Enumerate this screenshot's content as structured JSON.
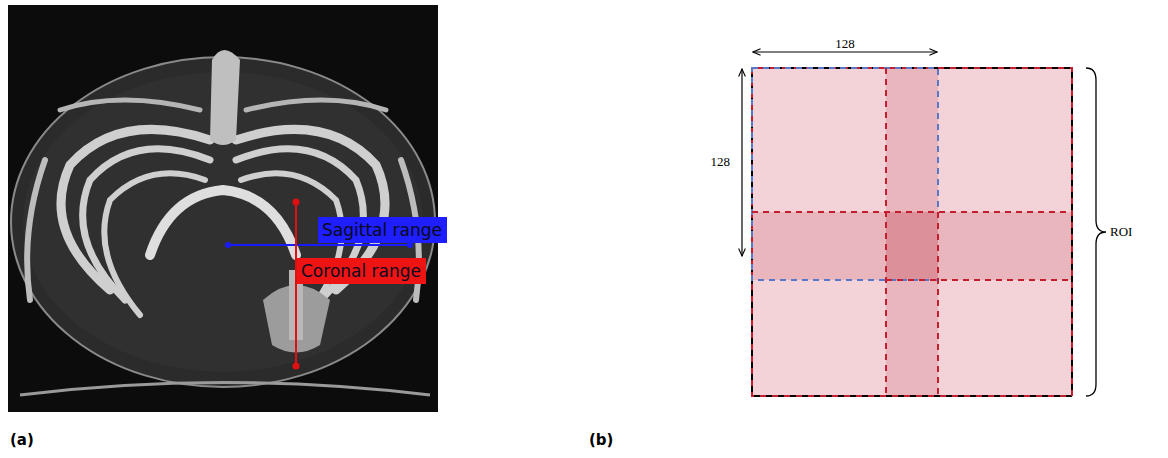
{
  "diagram": {
    "nodes": [
      {
        "text": [
          "Sagittal range"
        ]
      },
      {
        "text": [
          "Coronal range"
        ]
      }
    ],
    "labels": [
      "128",
      "128",
      "ROI",
      "(a)",
      "(b)"
    ]
  }
}
